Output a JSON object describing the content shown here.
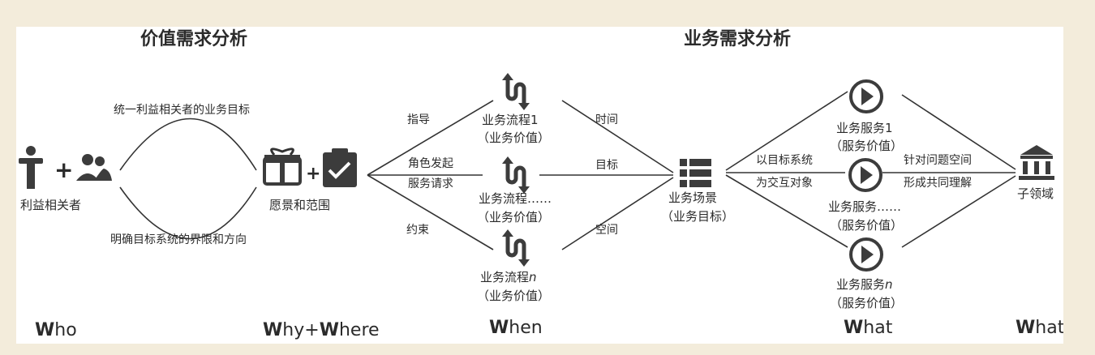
{
  "headings": {
    "left": "价值需求分析",
    "right": "业务需求分析"
  },
  "nodes": {
    "stakeholders": "利益相关者",
    "vision": "愿景和范围",
    "scenario": {
      "line1": "业务场景",
      "line2": "（业务目标）"
    },
    "subdomain": "子领域"
  },
  "arcs": {
    "top": "统一利益相关者的业务目标",
    "bottom": "明确目标系统的界限和方向"
  },
  "flow_edges": {
    "guide": "指导",
    "role_line1": "角色发起",
    "role_line2": "服务请求",
    "constraint": "约束",
    "time": "时间",
    "goal": "目标",
    "space": "空间"
  },
  "processes": [
    {
      "line1": "业务流程1",
      "line2": "（业务价值）"
    },
    {
      "line1": "业务流程……",
      "line2": "（业务价值）"
    },
    {
      "line1": "业务流程",
      "italic": "n",
      "line2": "（业务价值）"
    }
  ],
  "service_edges": {
    "target_line1": "以目标系统",
    "target_line2": "为交互对象",
    "problem_line1": "针对问题空间",
    "problem_line2": "形成共同理解"
  },
  "services": [
    {
      "line1": "业务服务1",
      "line2": "（服务价值）"
    },
    {
      "line1": "业务服务……",
      "line2": "（服务价值）"
    },
    {
      "line1": "业务服务",
      "italic": "n",
      "line2": "（服务价值）"
    }
  ],
  "questions": {
    "who": {
      "first": "W",
      "rest": "ho"
    },
    "why_where": {
      "a": "W",
      "b": "hy+",
      "c": "W",
      "d": "here"
    },
    "when": {
      "first": "W",
      "rest": "hen"
    },
    "what1": {
      "first": "W",
      "rest": "hat"
    },
    "what2": {
      "first": "W",
      "rest": "hat"
    }
  },
  "plus": "+"
}
